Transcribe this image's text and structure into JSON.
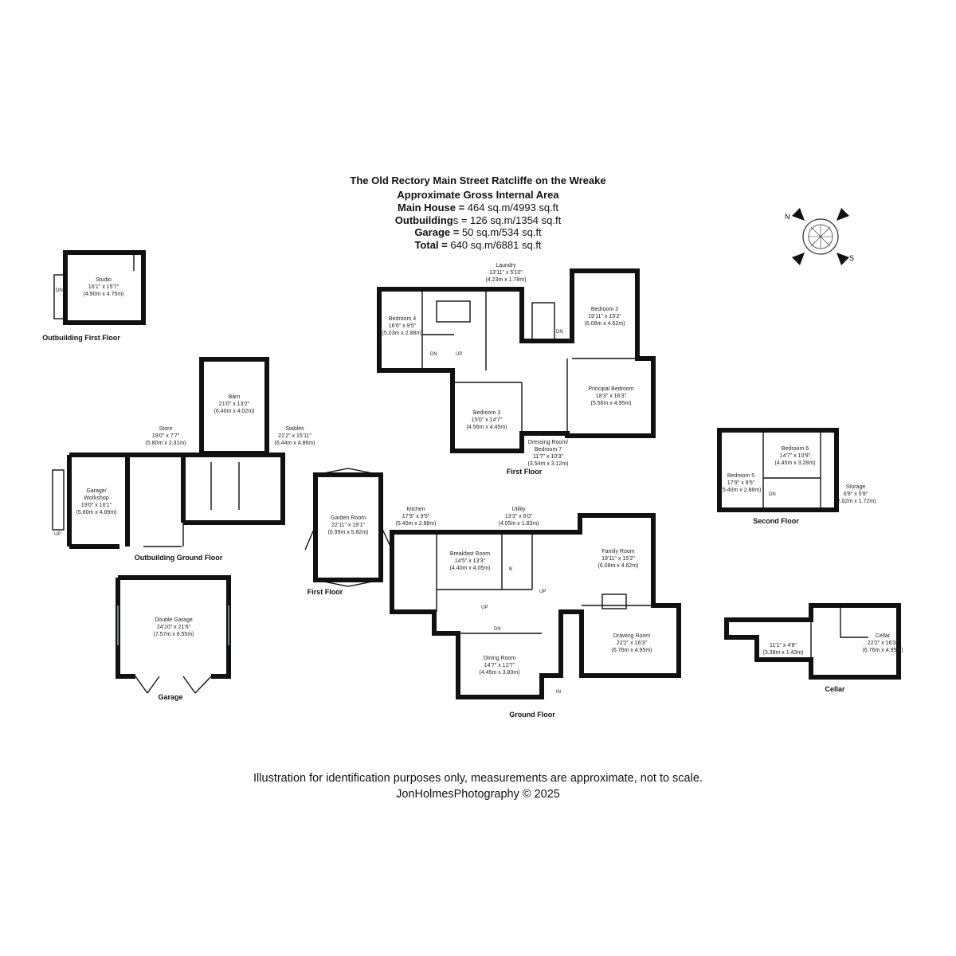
{
  "header": {
    "line1": "The Old Rectory Main Street Ratcliffe on the Wreake",
    "line2": "Approximate Gross Internal Area",
    "main_house_label": "Main House =",
    "main_house_value": " 464 sq.m/4993 sq.ft",
    "outbuildings_label": "Outbuilding",
    "outbuildings_value": "s = 126 sq.m/1354 sq.ft",
    "garage_label": "Garage =",
    "garage_value": " 50 sq.m/534 sq.ft",
    "total_label": "Total =",
    "total_value": " 640 sq.m/6881 sq.ft"
  },
  "compass": {
    "north": "N",
    "south": "S"
  },
  "sections": {
    "outbuilding_first_floor": "Outbuilding First Floor",
    "outbuilding_ground_floor": "Outbuilding Ground Floor",
    "garage": "Garage",
    "first_floor_main": "First Floor",
    "first_floor_garden": "First Floor",
    "ground_floor": "Ground Floor",
    "second_floor": "Second Floor",
    "cellar": "Cellar"
  },
  "rooms": {
    "studio": {
      "name": "Studio",
      "imperial": "16'1\" x 15'7\"",
      "metric": "(4.90m x 4.75m)"
    },
    "barn": {
      "name": "Barn",
      "imperial": "21'0\" x 13'2\"",
      "metric": "(6.40m x 4.02m)"
    },
    "store": {
      "name": "Store",
      "imperial": "19'0\" x 7'7\"",
      "metric": "(5.80m x 2.31m)"
    },
    "stables": {
      "name": "Stables",
      "imperial": "21'2\" x 15'11\"",
      "metric": "(6.44m x 4.86m)"
    },
    "garage_workshop": {
      "name": "Garage/",
      "name2": "Workshop",
      "imperial": "19'0\" x 16'1\"",
      "metric": "(5.80m x 4.89m)"
    },
    "double_garage": {
      "name": "Double Garage",
      "imperial": "24'10\" x 21'6\"",
      "metric": "(7.57m x 6.55m)"
    },
    "laundry": {
      "name": "Laundry",
      "imperial": "13'11\" x 5'10\"",
      "metric": "(4.23m x 1.78m)"
    },
    "bedroom4": {
      "name": "Bedroom 4",
      "imperial": "16'6\" x 9'5\"",
      "metric": "(5.03m x 2.88m)"
    },
    "bedroom2": {
      "name": "Bedroom 2",
      "imperial": "19'11\" x 15'2\"",
      "metric": "(6.08m x 4.62m)"
    },
    "principal": {
      "name": "Principal Bedroom",
      "imperial": "18'3\" x 16'3\"",
      "metric": "(5.56m x 4.95m)"
    },
    "bedroom3": {
      "name": "Bedroom 3",
      "imperial": "15'0\" x 14'7\"",
      "metric": "(4.56m x 4.45m)"
    },
    "dressing": {
      "name": "Dressing Room/",
      "name2": "Bedroom 7",
      "imperial": "11'7\" x 10'3\"",
      "metric": "(3.54m x 3.12m)"
    },
    "bedroom5": {
      "name": "Bedroom 5",
      "imperial": "17'9\" x 9'5\"",
      "metric": "(5.40m x 2.88m)"
    },
    "bedroom6": {
      "name": "Bedroom 6",
      "imperial": "14'7\" x 10'9\"",
      "metric": "(4.45m x 3.28m)"
    },
    "storage": {
      "name": "Storage",
      "imperial": "6'8\" x 5'8\"",
      "metric": "(2.02m x 1.72m)"
    },
    "garden_room": {
      "name": "Garden Room",
      "imperial": "22'11\" x 19'1\"",
      "metric": "(6.99m x 5.82m)"
    },
    "kitchen": {
      "name": "Kitchen",
      "imperial": "17'9\" x 9'5\"",
      "metric": "(5.40m x 2.88m)"
    },
    "utility": {
      "name": "Utility",
      "imperial": "13'3\" x 6'0\"",
      "metric": "(4.05m x 1.83m)"
    },
    "breakfast": {
      "name": "Breakfast Room",
      "imperial": "14'5\" x 13'3\"",
      "metric": "(4.40m x 4.05m)"
    },
    "family": {
      "name": "Family Room",
      "imperial": "19'11\" x 15'2\"",
      "metric": "(6.08m x 4.62m)"
    },
    "drawing": {
      "name": "Drawing Room",
      "imperial": "22'2\" x 16'3\"",
      "metric": "(6.76m x 4.95m)"
    },
    "dining": {
      "name": "Dining Room",
      "imperial": "14'7\" x 12'7\"",
      "metric": "(4.45m x 3.83m)"
    },
    "cellar_room": {
      "name": "Cellar",
      "imperial": "22'2\" x 16'3\"",
      "metric": "(6.76m x 4.95m)"
    },
    "cellar_small": {
      "imperial": "11'1\" x 4'8\"",
      "metric": "(3.38m x 1.43m)"
    }
  },
  "markers": {
    "dn": "DN",
    "up": "UP",
    "in": "IN",
    "b": "B"
  },
  "footer": {
    "line1": "Illustration for identification purposes only, measurements are approximate, not to scale.",
    "line2": "JonHolmesPhotography © 2025"
  }
}
